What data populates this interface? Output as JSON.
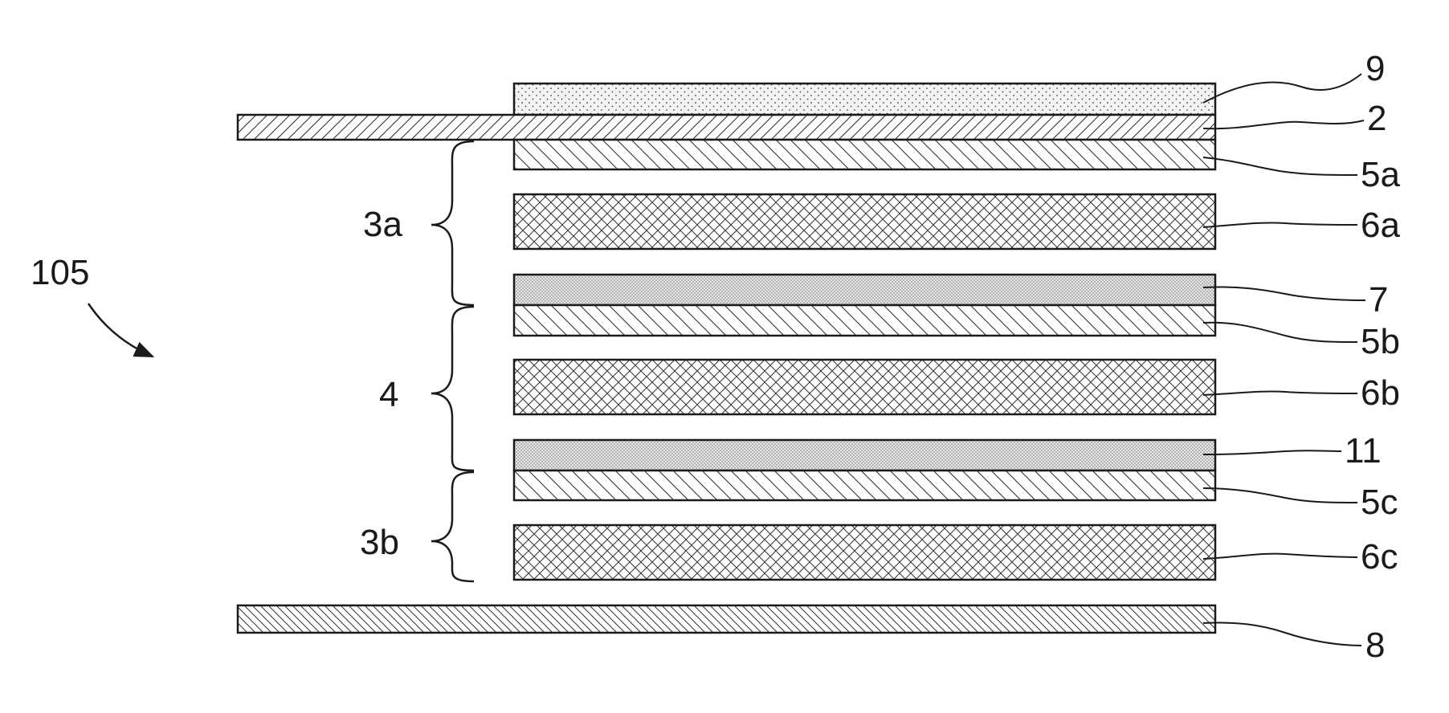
{
  "figure": {
    "reference_label": "105",
    "group_labels": [
      "3a",
      "4",
      "3b"
    ],
    "layer_labels": [
      "9",
      "2",
      "5a",
      "6a",
      "7",
      "5b",
      "6b",
      "11",
      "5c",
      "6c",
      "8"
    ]
  },
  "colors": {
    "line": "#1a1a1a",
    "background": "#ffffff"
  }
}
